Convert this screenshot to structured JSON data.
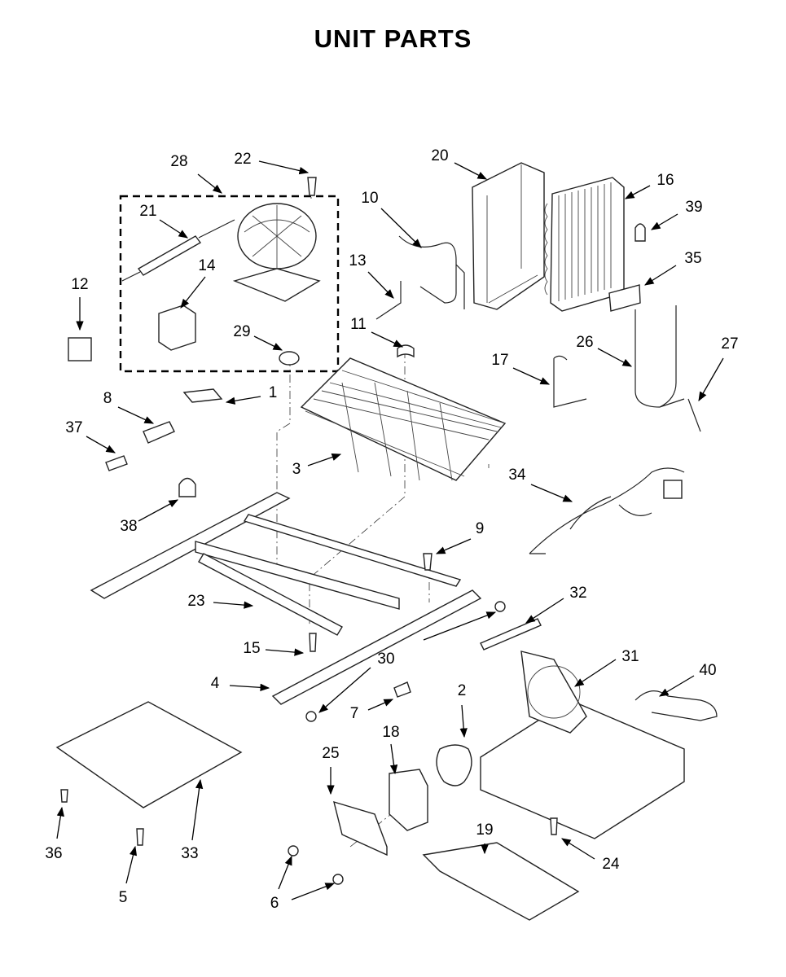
{
  "title": "UNIT PARTS",
  "callouts": [
    "1",
    "2",
    "3",
    "4",
    "5",
    "6",
    "7",
    "8",
    "9",
    "10",
    "11",
    "12",
    "13",
    "14",
    "15",
    "16",
    "17",
    "18",
    "19",
    "20",
    "21",
    "22",
    "23",
    "24",
    "25",
    "26",
    "27",
    "28",
    "29",
    "30",
    "31",
    "32",
    "33",
    "34",
    "35",
    "36",
    "37",
    "38",
    "39",
    "40"
  ]
}
